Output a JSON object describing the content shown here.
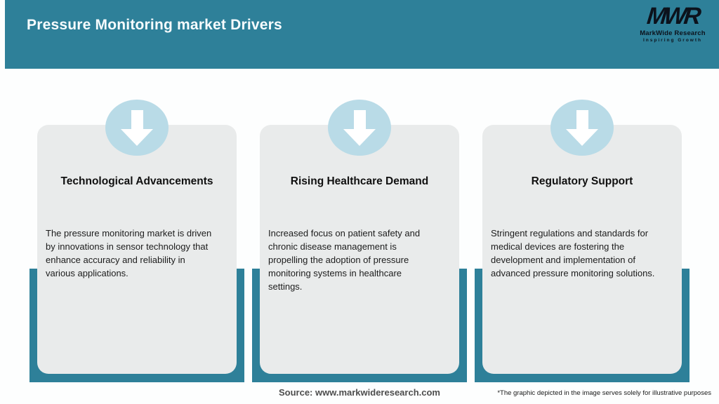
{
  "header": {
    "title": "Pressure Monitoring market Drivers",
    "logo": {
      "mark": "MWR",
      "name": "MarkWide Research",
      "tagline": "Inspiring Growth"
    }
  },
  "cards": [
    {
      "title": "Technological Advancements",
      "body": "The pressure monitoring market is driven\nby innovations in sensor technology that\nenhance accuracy and reliability in\nvarious applications."
    },
    {
      "title": "Rising Healthcare Demand",
      "body": "Increased focus on patient safety and\nchronic disease management is\npropelling the adoption of pressure\nmonitoring systems in healthcare\nsettings."
    },
    {
      "title": "Regulatory Support",
      "body": "Stringent regulations and standards for\nmedical devices are fostering the\ndevelopment and implementation of\nadvanced pressure monitoring solutions."
    }
  ],
  "footer": {
    "source": "Source: www.markwideresearch.com",
    "disclaimer": "*The graphic depicted in the image serves solely for illustrative purposes"
  },
  "colors": {
    "teal": "#2e8099",
    "circle_blue": "#b9dbe7",
    "card_gray": "#e9ebeb",
    "title_white": "#f7fcfe",
    "logo_black": "#0c121c"
  },
  "icons": [
    "down-arrow-icon",
    "mwr-logo-icon"
  ]
}
